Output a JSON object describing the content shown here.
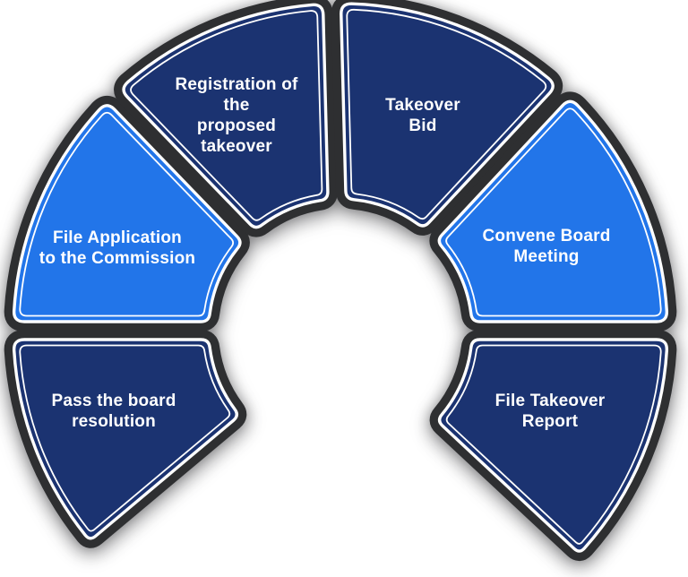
{
  "diagram": {
    "kind": "takeover-process-arc-cycle",
    "segments": [
      {
        "id": "pass-the-board-resolution",
        "lines": [
          "Pass the board",
          "resolution"
        ],
        "fill": "#1b3371",
        "text_color": "#ffffff"
      },
      {
        "id": "file-application-to-the-commission",
        "lines": [
          "File Application",
          "to the Commission"
        ],
        "fill": "#2275e9",
        "text_color": "#ffffff"
      },
      {
        "id": "registration-of-the-proposed-takeover",
        "lines": [
          "Registration of",
          "the",
          "proposed",
          "takeover"
        ],
        "fill": "#1b3371",
        "text_color": "#ffffff"
      },
      {
        "id": "takeover-bid",
        "lines": [
          "Takeover",
          "Bid"
        ],
        "fill": "#1b3371",
        "text_color": "#ffffff"
      },
      {
        "id": "convene-board-meeting",
        "lines": [
          "Convene Board",
          "Meeting"
        ],
        "fill": "#2275e9",
        "text_color": "#ffffff"
      },
      {
        "id": "file-takeover-report",
        "lines": [
          "File Takeover",
          "Report"
        ],
        "fill": "#1b3371",
        "text_color": "#ffffff"
      }
    ],
    "colors": {
      "navy": "#1b3371",
      "bright_blue": "#2275e9",
      "segment_border": "#ffffff",
      "inner_border": "#ffffff",
      "halo": "#2e2f31",
      "background": "#ffffff"
    }
  }
}
